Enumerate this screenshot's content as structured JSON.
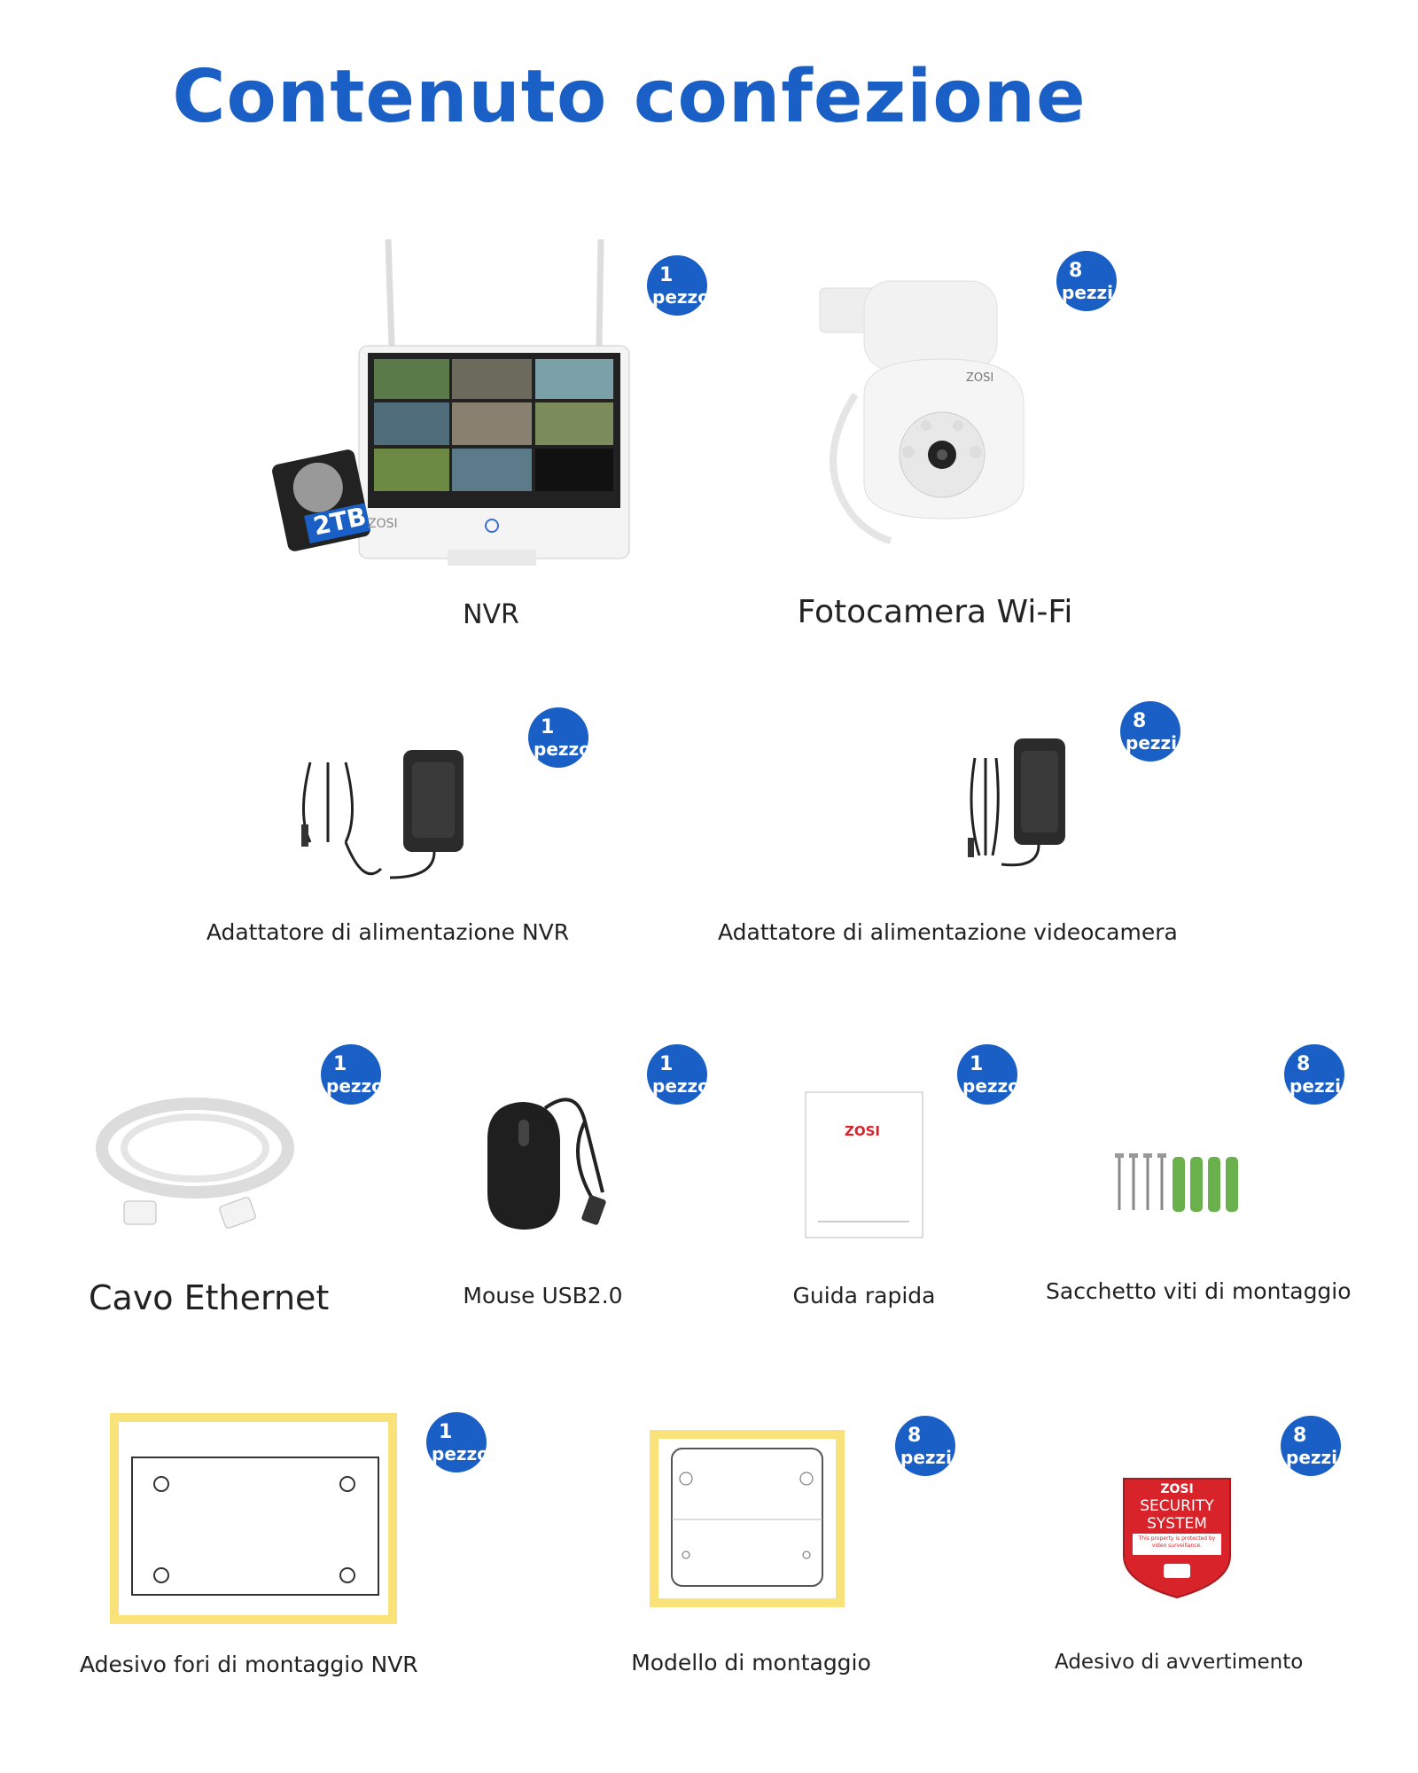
{
  "title": "Contenuto confezione",
  "items": [
    {
      "label": "NVR",
      "badge_count": "1",
      "badge_unit": "pezzo"
    },
    {
      "label": "Fotocamera Wi-Fi",
      "badge_count": "8",
      "badge_unit": "pezzi"
    },
    {
      "label": "Adattatore di alimentazione NVR",
      "badge_count": "1",
      "badge_unit": "pezzo"
    },
    {
      "label": "Adattatore di alimentazione videocamera",
      "badge_count": "8",
      "badge_unit": "pezzi"
    },
    {
      "label": "Cavo Ethernet",
      "badge_count": "1",
      "badge_unit": "pezzo"
    },
    {
      "label": "Mouse USB2.0",
      "badge_count": "1",
      "badge_unit": "pezzo"
    },
    {
      "label": "Guida rapida",
      "badge_count": "1",
      "badge_unit": "pezzo"
    },
    {
      "label": "Sacchetto viti di montaggio",
      "badge_count": "8",
      "badge_unit": "pezzi"
    },
    {
      "label": "Adesivo fori di montaggio NVR",
      "badge_count": "1",
      "badge_unit": "pezzo"
    },
    {
      "label": "Modello di montaggio",
      "badge_count": "8",
      "badge_unit": "pezzi"
    },
    {
      "label": "Adesivo di avvertimento",
      "badge_count": "8",
      "badge_unit": "pezzi"
    }
  ],
  "product_texts": {
    "hdd_capacity": "2TB",
    "brand": "ZOSI",
    "sticker_line1": "SECURITY",
    "sticker_line2": "SYSTEM",
    "sticker_small": "This property is protected by video surveillance."
  },
  "colors": {
    "accent": "#1a5fc6",
    "frame_yellow": "#f9e27a",
    "sticker_red": "#d8232a"
  }
}
